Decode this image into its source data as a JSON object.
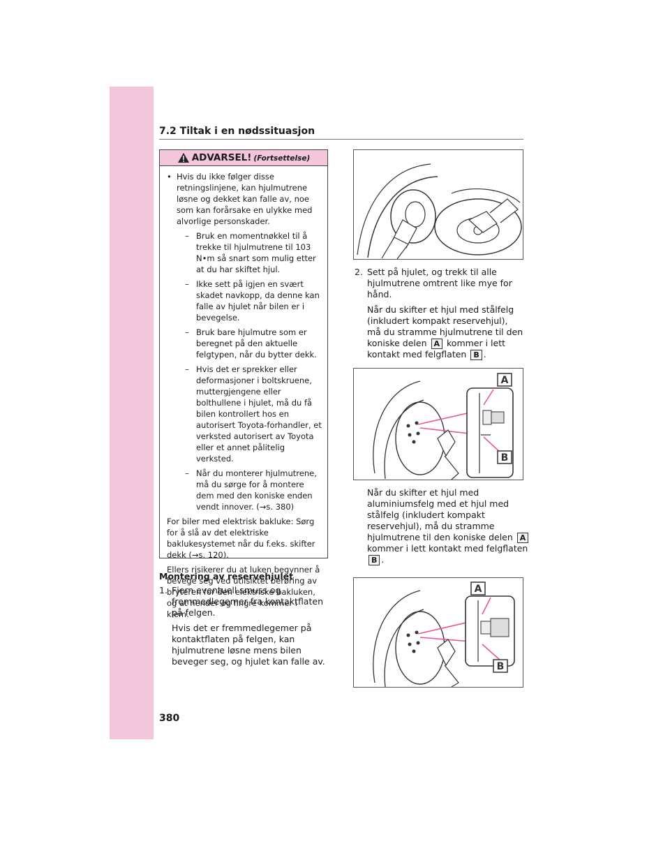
{
  "header": {
    "section_title": "7.2  Tiltak i en nødssituasjon"
  },
  "warning": {
    "title": "ADVARSEL!",
    "subtitle": "(Fortsettelse)",
    "bullet_text": "Hvis du ikke følger disse retningslinjene, kan hjulmutrene løsne og dekket kan falle av, noe som kan forårsake en ulykke med alvorlige personskader.",
    "sub_items": [
      "Bruk en momentnøkkel til å trekke til hjulmutrene til 103 N•m så snart som mulig etter at du har skiftet hjul.",
      "Ikke sett på igjen en svært skadet navkopp, da denne kan falle av hjulet når bilen er i bevegelse.",
      "Bruk bare hjulmutre som er beregnet på den aktuelle felgtypen, når du bytter dekk.",
      "Hvis det er sprekker eller deformasjoner i boltskruene, muttergjengene eller bolthullene i hjulet, må du få bilen kontrollert hos en autorisert Toyota-forhandler, et verksted autorisert av Toyota eller et annet pålitelig verksted.",
      "Når du monterer hjulmutrene, må du sørge for å montere dem med den koniske enden vendt innover. (→s. 380)"
    ],
    "para1": "For biler med elektrisk bakluke: Sørg for å slå av det elektriske baklukesystemet når du f.eks. skifter dekk (→s. 120).",
    "para2": "Ellers risikerer du at luken begynner å bevege seg ved utilsiktet berøring av bryteren for den elektriske bakluken, og at hender og fingre kommer i klem."
  },
  "mounting": {
    "title": "Montering av reservehjulet",
    "step1_num": "1.",
    "step1_text": "Fjern eventuell smuss og fremmedlegemer fra kontaktflaten på felgen.",
    "step1_note": "Hvis det er fremmedlegemer på kontaktflaten på felgen, kan hjulmutrene løsne mens bilen beveger seg, og hjulet kan falle av."
  },
  "right": {
    "step2_num": "2.",
    "step2_text": "Sett på hjulet, og trekk til alle hjulmutrene omtrent like mye for hånd.",
    "steel_a": "Når du skifter et hjul med stålfelg (inkludert kompakt reservehjul), må du stramme hjulmutrene til den koniske delen",
    "steel_b": "kommer i lett kontakt med felgflaten",
    "steel_c": ".",
    "alu_a": "Når du skifter et hjul med aluminiumsfelg med et hjul med stålfelg (inkludert kompakt reservehjul), må du stramme hjulmutrene til den koniske delen",
    "alu_b": "kommer i lett kontakt med felgflaten",
    "alu_c": ".",
    "mark_a": "A",
    "mark_b": "B"
  },
  "figures": {
    "label_a": "A",
    "label_b": "B"
  },
  "footer": {
    "page_number": "380"
  },
  "colors": {
    "accent_pink": "#f3c6dc",
    "callout_pink": "#e8559b"
  }
}
